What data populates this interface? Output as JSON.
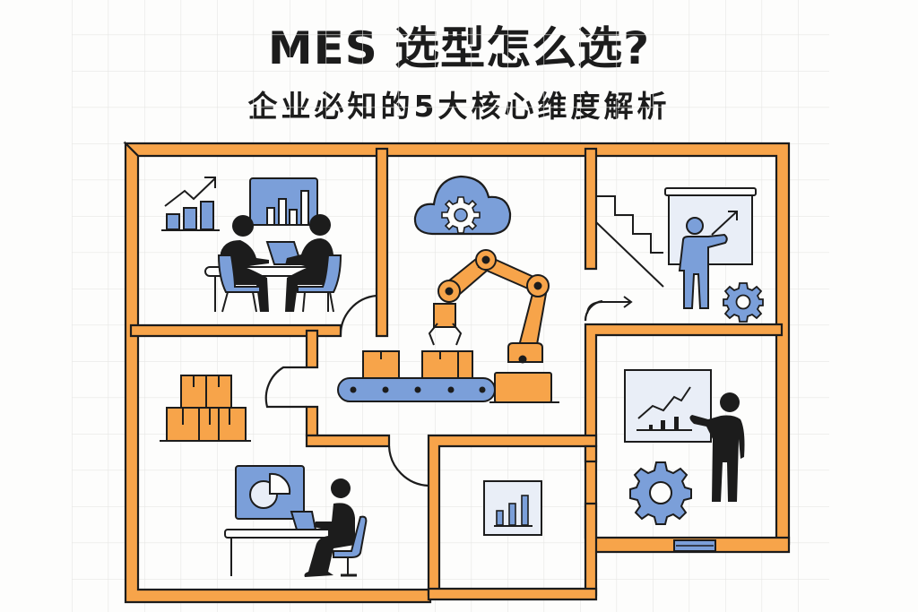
{
  "header": {
    "title": "MES 选型怎么选?",
    "subtitle": "企业必知的5大核心维度解析"
  },
  "colors": {
    "background": "#fdfdfc",
    "grid": "#e6e6e4",
    "wall_orange": "#f7a44a",
    "outline": "#1c1c1c",
    "accent_blue": "#7b9fd9",
    "light_blue": "#e9eef7",
    "text": "#1c1c1c"
  },
  "floor_plan": {
    "rooms": [
      {
        "id": "meeting-room",
        "contents": [
          "growth-chart-icon",
          "presentation-board-icon",
          "two-people-meeting-icon",
          "laptop-icon"
        ]
      },
      {
        "id": "production-hall",
        "contents": [
          "cloud-gear-icon",
          "robotic-arm-icon",
          "conveyor-belt-icon",
          "boxes-icon"
        ]
      },
      {
        "id": "training-room",
        "contents": [
          "stairs-icon",
          "presenter-whiteboard-icon",
          "gear-icon",
          "arrow-icon"
        ]
      },
      {
        "id": "warehouse-office",
        "contents": [
          "stacked-boxes-icon",
          "pie-chart-monitor-icon",
          "desk-worker-icon"
        ]
      },
      {
        "id": "report-room",
        "contents": [
          "bar-chart-frame-icon"
        ]
      },
      {
        "id": "analytics-room",
        "contents": [
          "line-chart-board-icon",
          "presenter-icon",
          "gear-icon",
          "window-icon"
        ]
      }
    ]
  }
}
